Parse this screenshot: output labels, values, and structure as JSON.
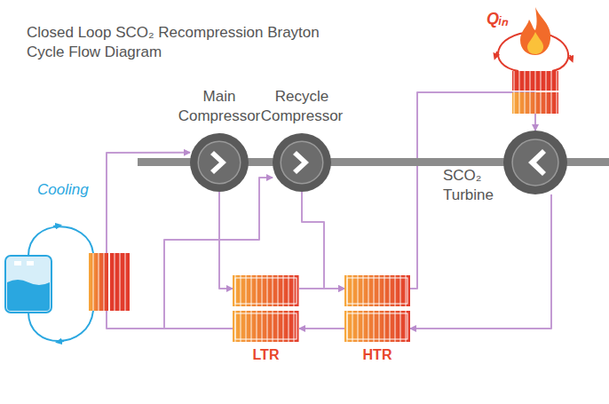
{
  "diagram": {
    "title": "Closed Loop SCO₂ Recompression Brayton Cycle Flow Diagram",
    "nodes": [
      {
        "text": [
          "Main Compressor"
        ]
      },
      {
        "text": [
          "Recycle Compressor"
        ]
      },
      {
        "text": [
          "SCO₂ Turbine"
        ]
      },
      {
        "text": [
          "LTR"
        ]
      },
      {
        "text": [
          "HTR"
        ]
      }
    ],
    "edges": [
      {
        "from": 0,
        "to": 3,
        "arrow": "to"
      },
      {
        "from": 3,
        "to": 4,
        "arrow": "to"
      },
      {
        "from": 1,
        "to": 4,
        "arrow": "to"
      },
      {
        "from": 4,
        "to": 2,
        "arrow": "to"
      },
      {
        "from": 2,
        "to": 4,
        "arrow": "to"
      },
      {
        "from": 4,
        "to": 3,
        "arrow": "to"
      },
      {
        "from": 3,
        "to": 0,
        "arrow": "to"
      },
      {
        "from": 3,
        "to": 1,
        "arrow": "to"
      }
    ],
    "labels": [
      "Cooling",
      "Qᵢₙ"
    ]
  }
}
